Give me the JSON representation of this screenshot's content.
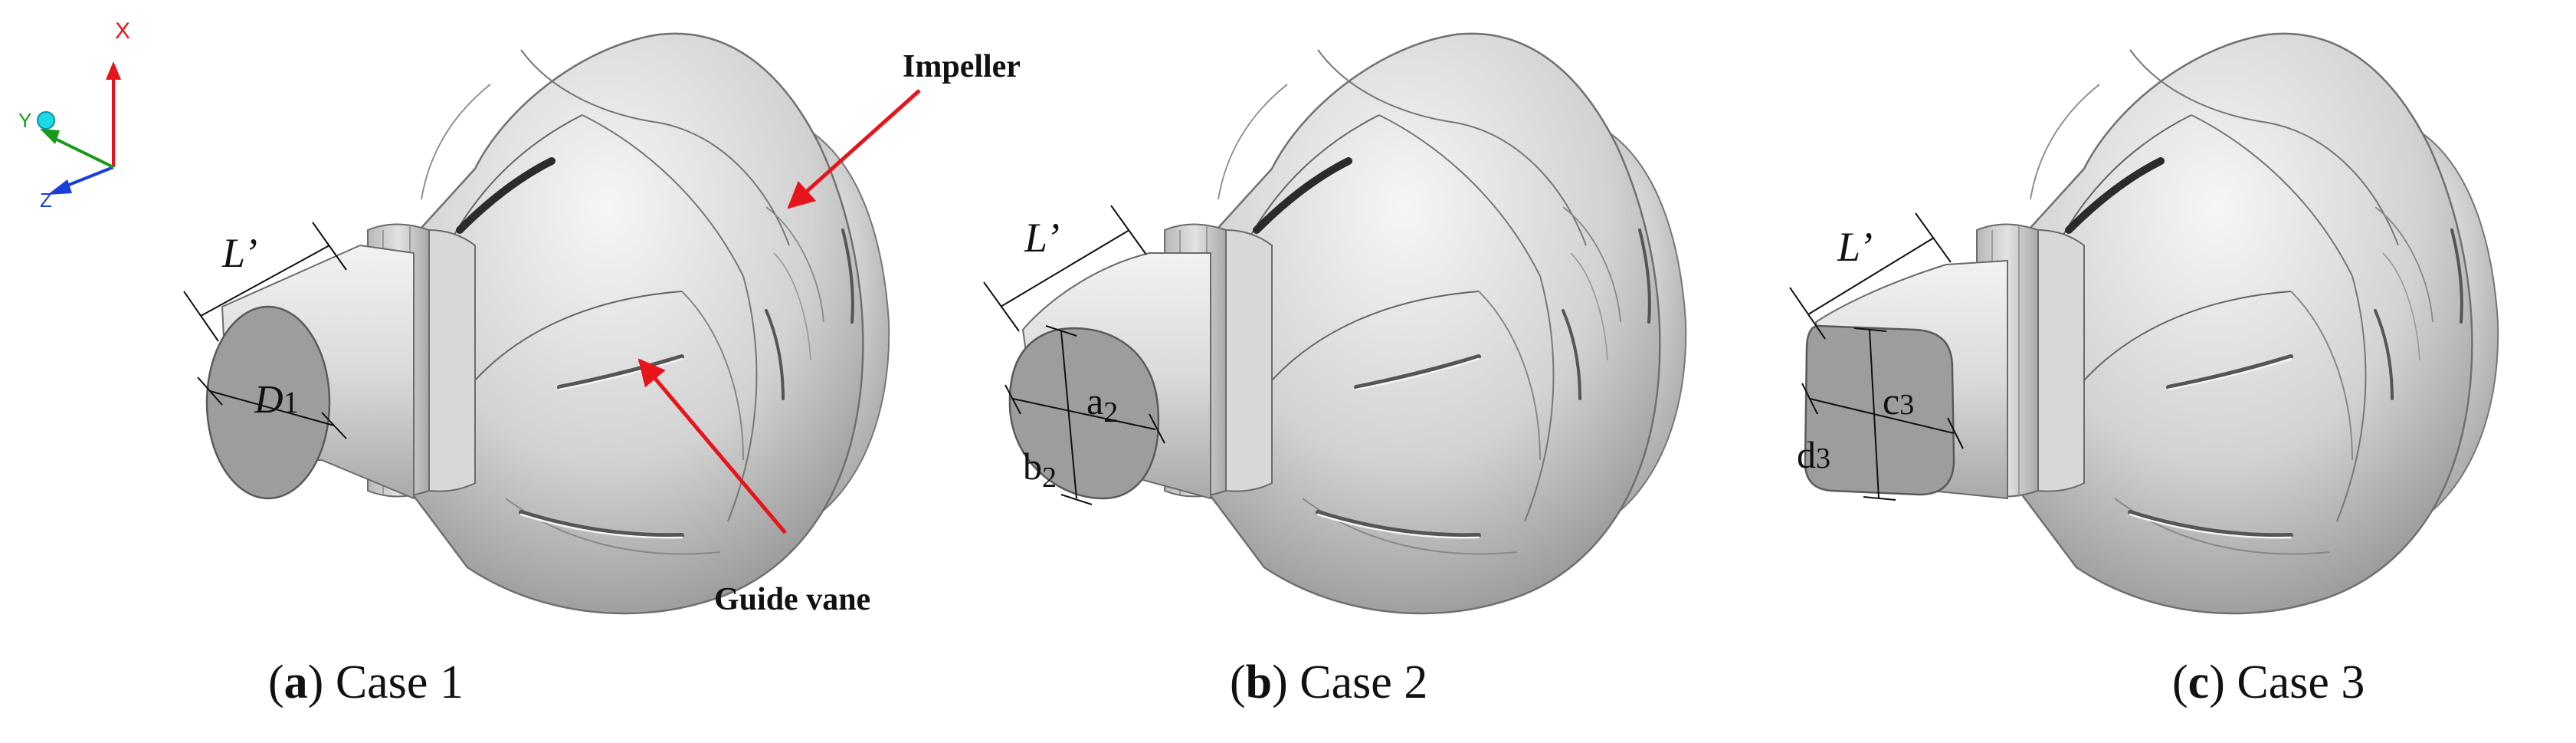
{
  "axes": {
    "x_label": "X",
    "y_label": "Y",
    "z_label": "Z"
  },
  "annotations": {
    "impeller": "Impeller",
    "guide_vane": "Guide vane"
  },
  "dimensions": {
    "length": "L’",
    "case1": {
      "d_main": "D",
      "d_sub": "1"
    },
    "case2": {
      "a_main": "a",
      "a_sub": "2",
      "b_main": "b",
      "b_sub": "2"
    },
    "case3": {
      "c_main": "c",
      "c_sub": "3",
      "d_main": "d",
      "d_sub": "3"
    }
  },
  "captions": {
    "a": {
      "open": "(",
      "letter": "a",
      "close": ")",
      "text": " Case 1"
    },
    "b": {
      "open": "(",
      "letter": "b",
      "close": ")",
      "text": " Case 2"
    },
    "c": {
      "open": "(",
      "letter": "c",
      "close": ")",
      "text": " Case 3"
    }
  },
  "colors": {
    "arrow": "#e8141b",
    "x_axis": "#e8141b",
    "y_axis": "#1a9a1a",
    "z_axis": "#1a3fd8",
    "body": "#cfcfcf"
  }
}
